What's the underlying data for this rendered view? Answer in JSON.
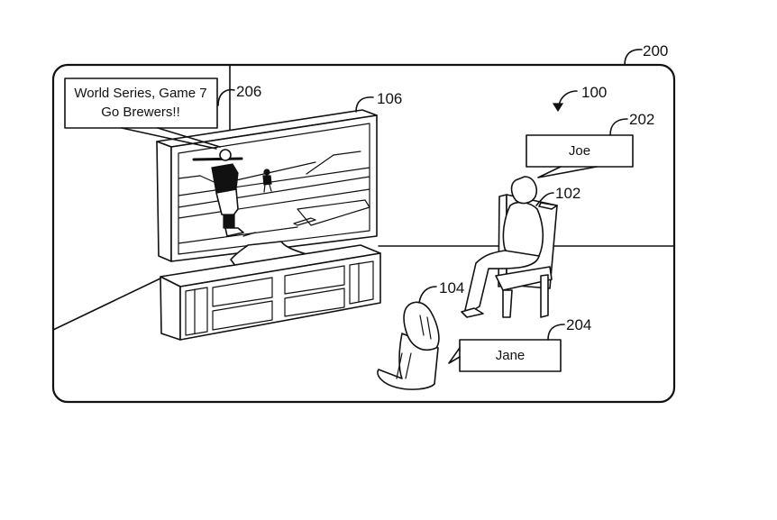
{
  "figure": {
    "frame_ref": "200",
    "system_ref": "100",
    "display_ref": "106",
    "user_joe_ref": "102",
    "user_jane_ref": "104",
    "tag_joe_ref": "202",
    "tag_jane_ref": "204",
    "tag_tv_ref": "206"
  },
  "tags": {
    "tv_line1": "World Series, Game 7",
    "tv_line2": "Go Brewers!!",
    "joe": "Joe",
    "jane": "Jane"
  }
}
